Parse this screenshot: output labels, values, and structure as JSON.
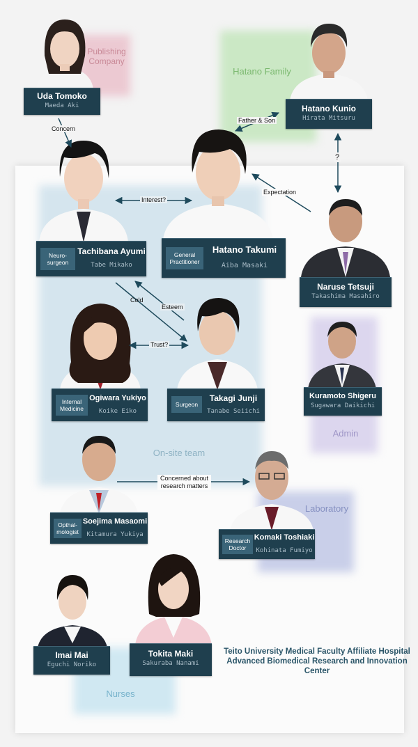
{
  "zones": {
    "publishing": "Publishing\nCompany",
    "family": "Hatano Family",
    "onsite": "On-site team",
    "admin": "Admin",
    "laboratory": "Laboratory",
    "nurses": "Nurses"
  },
  "people": {
    "uda": {
      "name": "Uda Tomoko",
      "actor": "Maeda Aki"
    },
    "kunio": {
      "name": "Hatano Kunio",
      "actor": "Hirata Mitsuru"
    },
    "ayumi": {
      "name": "Tachibana Ayumi",
      "actor": "Tabe Mikako",
      "role": "Neuro-\nsurgeon"
    },
    "takumi": {
      "name": "Hatano Takumi",
      "actor": "Aiba Masaki",
      "role": "General\nPractitioner"
    },
    "naruse": {
      "name": "Naruse Tetsuji",
      "actor": "Takashima Masahiro"
    },
    "yukiyo": {
      "name": "Ogiwara Yukiyo",
      "actor": "Koike Eiko",
      "role": "Internal\nMedicine"
    },
    "junji": {
      "name": "Takagi Junji",
      "actor": "Tanabe Seiichi",
      "role": "Surgeon"
    },
    "kuramoto": {
      "name": "Kuramoto Shigeru",
      "actor": "Sugawara Daikichi"
    },
    "soejima": {
      "name": "Soejima Masaomi",
      "actor": "Kitamura Yukiya",
      "role": "Opthal-\nmologist"
    },
    "komaki": {
      "name": "Komaki Toshiaki",
      "actor": "Kohinata Fumiyo",
      "role": "Research\nDoctor"
    },
    "imai": {
      "name": "Imai Mai",
      "actor": "Eguchi Noriko"
    },
    "tokita": {
      "name": "Tokita Maki",
      "actor": "Sakuraba Nanami"
    }
  },
  "relations": {
    "concern": "Concern",
    "father_son": "Father & Son",
    "question": "?",
    "expectation": "Expectation",
    "interest": "Interest?",
    "cold": "Cold",
    "esteem": "Esteem",
    "trust": "Trust?",
    "research": "Concerned about\nresearch matters"
  },
  "hospital": "Teito University Medical Faculty Affiliate Hospital\nAdvanced Biomedical Research and Innovation\nCenter",
  "colors": {
    "card": "#1f3f4e",
    "role_tag": "#3a6478",
    "arrow": "#1e4a5c",
    "publishing": "#e9c8d0",
    "family": "#c9e6c4",
    "onsite": "#cfe0ea",
    "admin": "#d8d3ea",
    "laboratory": "#c6cce6",
    "nurses": "#cde6f0"
  }
}
